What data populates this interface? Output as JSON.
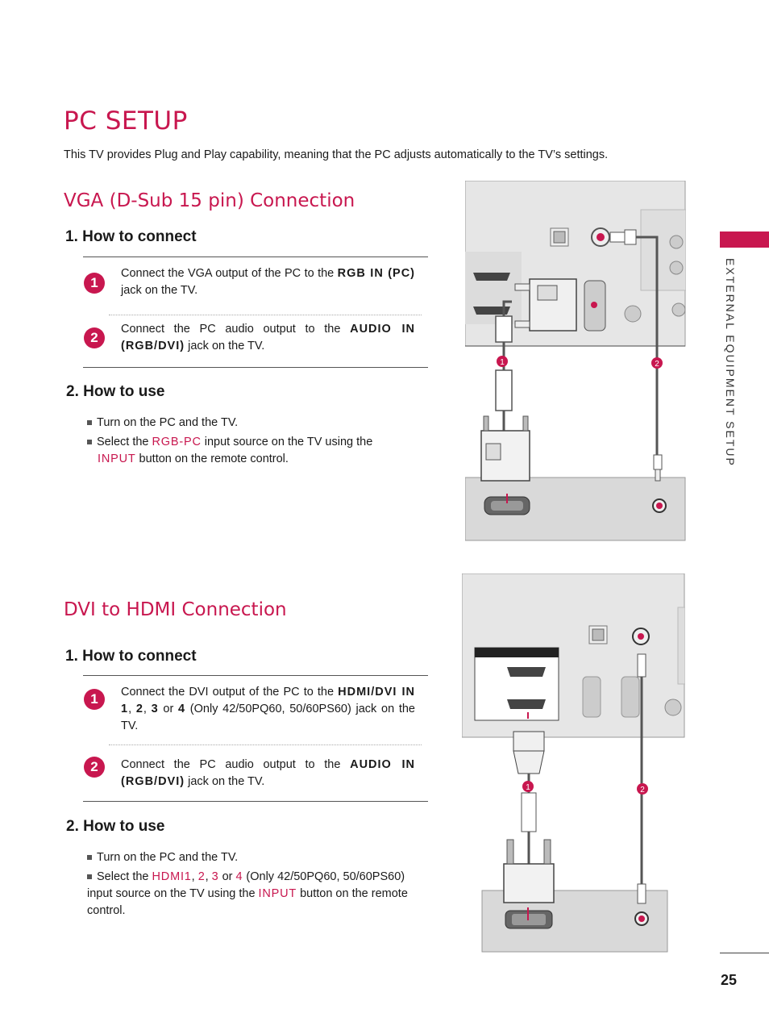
{
  "page": {
    "title": "PC SETUP",
    "intro": "This TV provides Plug and Play capability, meaning that the PC adjusts automatically to the TV’s settings.",
    "side_label": "EXTERNAL EQUIPMENT SETUP",
    "page_number": "25"
  },
  "vga": {
    "heading": "VGA (D-Sub 15 pin) Connection",
    "connect_heading": "1. How to connect",
    "step1_num": "1",
    "step1_pre": "Connect the VGA output of the PC to the",
    "step1_hl": "RGB IN (PC)",
    "step1_post": "jack on the TV.",
    "step2_num": "2",
    "step2_pre": "Connect the PC audio output to the",
    "step2_hl": "AUDIO IN (RGB/DVI)",
    "step2_post": "jack on the TV.",
    "use_heading": "2. How to use",
    "use1": "Turn on the PC and the TV.",
    "use2_pre": "Select the",
    "use2_hl": "RGB-PC",
    "use2_mid": "input source on the TV using the",
    "use2_hl2": "INPUT",
    "use2_post": "button on the remote control.",
    "diagram_label1": "1",
    "diagram_label2": "2"
  },
  "dvi": {
    "heading": "DVI to HDMI Connection",
    "connect_heading": "1. How to connect",
    "step1_num": "1",
    "step1_pre": "Connect the DVI output of the PC to the",
    "step1_hl": "HDMI/DVI IN 1",
    "step1_c1": ",",
    "step1_hl2": "2",
    "step1_c2": ",",
    "step1_hl3": "3",
    "step1_or": "or",
    "step1_hl4": "4",
    "step1_post": "(Only 42/50PQ60, 50/60PS60) jack on the TV.",
    "step2_num": "2",
    "step2_pre": "Connect the PC audio output to the",
    "step2_hl": "AUDIO IN (RGB/DVI)",
    "step2_post": "jack on the TV.",
    "use_heading": "2. How to use",
    "use1": "Turn on the PC and the TV.",
    "use2_pre": "Select the",
    "use2_hl": "HDMI1",
    "use2_c1": ",",
    "use2_hl2": "2",
    "use2_c2": ",",
    "use2_hl3": "3",
    "use2_or": "or",
    "use2_hl4": "4",
    "use2_mid": "(Only 42/50PQ60, 50/60PS60) input source on the TV using the",
    "use2_hl5": "INPUT",
    "use2_post": "button on the remote control.",
    "diagram_label1": "1",
    "diagram_label2": "2"
  },
  "colors": {
    "accent": "#c8174f",
    "panel": "#e6e6e6",
    "panel_dark": "#d9d9d9"
  }
}
